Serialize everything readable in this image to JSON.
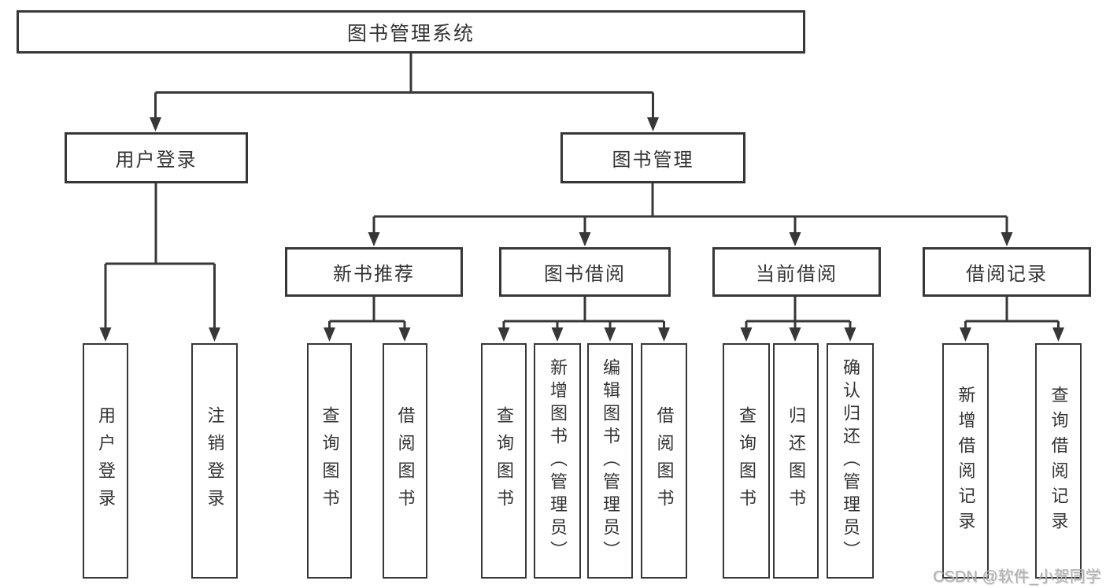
{
  "diagram": {
    "nodes": {
      "root": "图书管理系统",
      "user_login": "用户登录",
      "book_mgmt": "图书管理",
      "leaf_user_login": "用户登录",
      "leaf_logout": "注销登录",
      "new_books": "新书推荐",
      "book_borrow": "图书借阅",
      "current_borrow": "当前借阅",
      "borrow_records": "借阅记录",
      "nb_query_books": "查询图书",
      "nb_borrow_books": "借阅图书",
      "bb_query_books": "查询图书",
      "bb_add_books": "新增图书（管理员）",
      "bb_edit_books": "编辑图书（管理员）",
      "bb_borrow_books": "借阅图书",
      "cb_query_books": "查询图书",
      "cb_return_books": "归还图书",
      "cb_confirm_return": "确认归还（管理员）",
      "br_add_record": "新增借阅记录",
      "br_query_record": "查询借阅记录"
    },
    "watermark": "CSDN @软件_小贺同学",
    "colors": {
      "line": "#373737",
      "text": "#333333",
      "box_background": "#ffffff",
      "page_background": "#ffffff",
      "watermark": "#b2b2b2"
    }
  }
}
